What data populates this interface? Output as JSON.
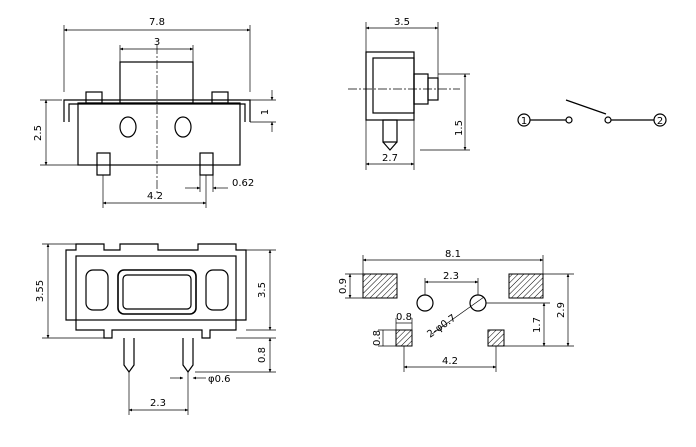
{
  "front_view": {
    "width": "7.8",
    "plunger": "3",
    "height": "2.5",
    "stroke": "1",
    "pin_pitch": "4.2",
    "pin_width": "0.62"
  },
  "side_view": {
    "depth": "3.5",
    "pin_height": "1.5",
    "pin_offset": "2.7"
  },
  "schematic": {
    "terminal_1": "1",
    "terminal_2": "2"
  },
  "top_view": {
    "body_height": "3.55",
    "inner_height": "3.5",
    "pin_length": "0.8",
    "pin_diameter": "φ0.6",
    "pin_spacing": "2.3"
  },
  "pcb_layout": {
    "overall_width": "8.1",
    "pad_height": "0.9",
    "hole_spacing": "2.3",
    "hole_label": "2-φ0.7",
    "pad_width": "0.8",
    "small_pad_height": "0.8",
    "hole_offset": "1.7",
    "overall_height": "2.9",
    "small_pad_spacing": "4.2"
  }
}
